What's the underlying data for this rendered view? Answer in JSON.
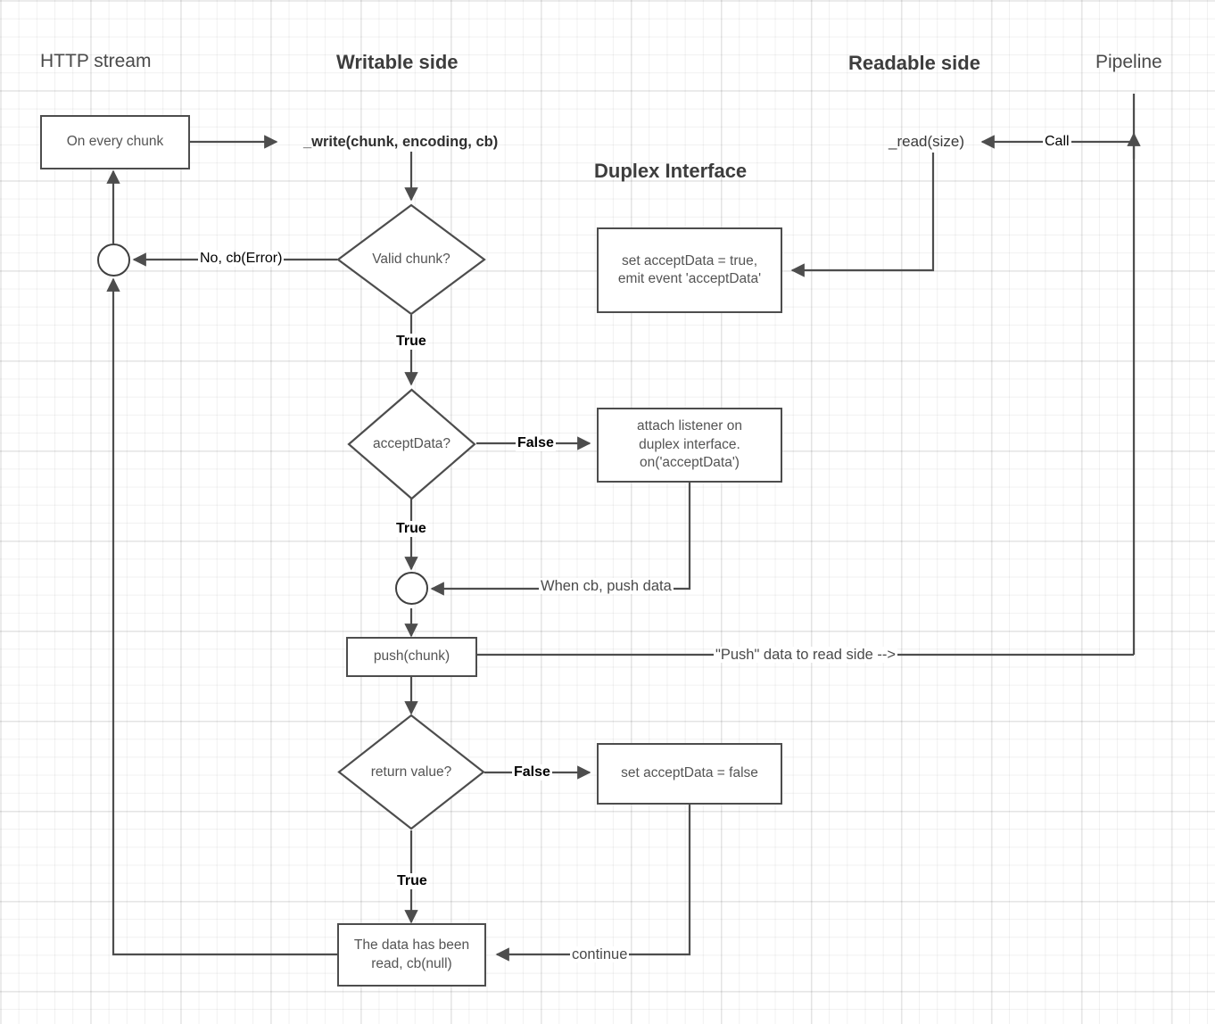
{
  "diagram": {
    "title": "Duplex Interface",
    "headings": {
      "http_stream": "HTTP stream",
      "writable_side": "Writable side",
      "readable_side": "Readable side",
      "pipeline": "Pipeline",
      "duplex_interface": "Duplex Interface"
    },
    "nodes": {
      "on_every_chunk": "On every chunk",
      "write_api": "_write(chunk, encoding, cb)",
      "read_api": "_read(size)",
      "valid_chunk": "Valid chunk?",
      "accept_data_q": "acceptData?",
      "set_accept_true": "set acceptData = true,\nemit event 'acceptData'",
      "attach_listener": "attach listener on\nduplex interface.\non('acceptData')",
      "push_chunk": "push(chunk)",
      "return_value_q": "return value?",
      "set_accept_false": "set acceptData = false",
      "data_read_cb": "The data has been\nread, cb(null)"
    },
    "edge_labels": {
      "call": "Call",
      "no_cb_error": "No, cb(Error)",
      "true_1": "True",
      "true_2": "True",
      "true_3": "True",
      "false_1": "False",
      "false_2": "False",
      "when_cb_push": "When cb, push data",
      "push_to_read_side": "\"Push\" data to read side -->",
      "continue": "continue"
    },
    "colors": {
      "stroke": "#4d4d4d",
      "node_text": "#545454",
      "label_text": "#000000",
      "heading_text": "#3d3d3d",
      "background": "#ffffff",
      "grid_minor": "#f0f0f0",
      "grid_major": "#e2e2e2"
    }
  }
}
